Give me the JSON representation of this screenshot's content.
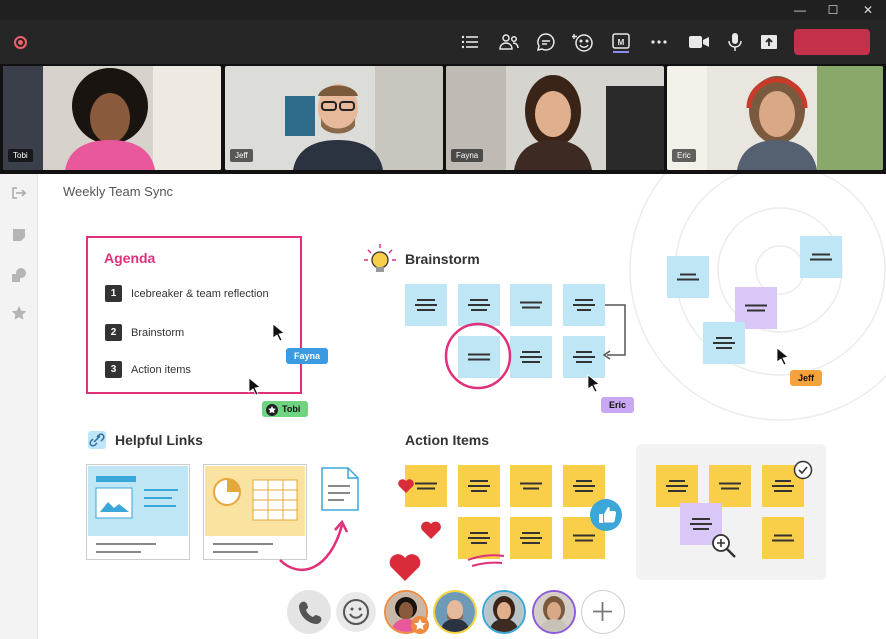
{
  "window": {
    "minimize_icon": "minimize-icon",
    "maximize_icon": "maximize-icon",
    "close_icon": "close-icon"
  },
  "toolbar": {
    "icons": [
      "record-icon",
      "list-icon",
      "people-icon",
      "chat-icon",
      "reactions-icon",
      "whiteboard-icon",
      "more-icon",
      "camera-icon",
      "mic-icon",
      "share-icon"
    ],
    "leave_color": "#c4314b"
  },
  "participants": [
    {
      "name": "Tobi"
    },
    {
      "name": "Jeff"
    },
    {
      "name": "Fayna"
    },
    {
      "name": "Eric"
    }
  ],
  "board": {
    "title": "Weekly Team Sync",
    "agenda": {
      "title": "Agenda",
      "items": [
        {
          "num": "1",
          "text": "Icebreaker & team reflection"
        },
        {
          "num": "2",
          "text": "Brainstorm"
        },
        {
          "num": "3",
          "text": "Action items"
        }
      ]
    },
    "brainstorm_title": "Brainstorm",
    "helpful_links_title": "Helpful Links",
    "action_items_title": "Action Items",
    "cursors": {
      "fayna": "Fayna",
      "tobi": "Tobi",
      "eric": "Eric",
      "jeff": "Jeff"
    }
  },
  "colors": {
    "accent_pink": "#e0307a",
    "blue_note": "#bfe6f5",
    "yellow_note": "#f9cf4a",
    "purple_note": "#d9c7f7",
    "fayna_tag": "#3b9be0",
    "tobi_tag": "#6fd47f",
    "eric_tag": "#c9a7f5",
    "jeff_tag": "#f5a13c"
  }
}
